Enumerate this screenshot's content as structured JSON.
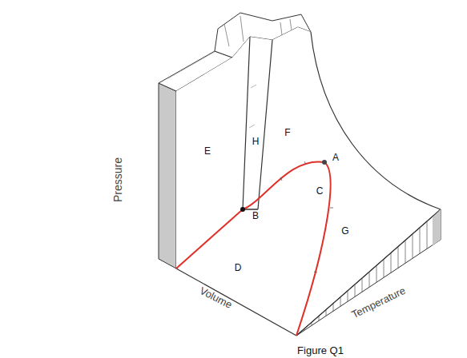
{
  "diagram": {
    "caption": "Figure Q1",
    "labels": [
      "Pressure",
      "Volume",
      "Temperature",
      "A",
      "B",
      "C",
      "D",
      "E",
      "F",
      "G",
      "H"
    ]
  }
}
